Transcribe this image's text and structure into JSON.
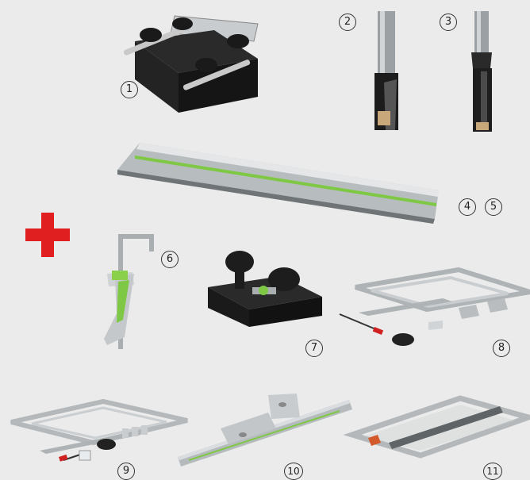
{
  "labels": {
    "l1": "1",
    "l2": "2",
    "l3": "3",
    "l4": "4",
    "l5": "5",
    "l6": "6",
    "l7": "7",
    "l8": "8",
    "l9": "9",
    "l10": "10",
    "l11": "11"
  },
  "colors": {
    "background": "#ebebeb",
    "plus": "#e02020",
    "accent_green": "#7ec845",
    "plastic": "#1e1e1e",
    "aluminium": "#b8bcbf"
  }
}
